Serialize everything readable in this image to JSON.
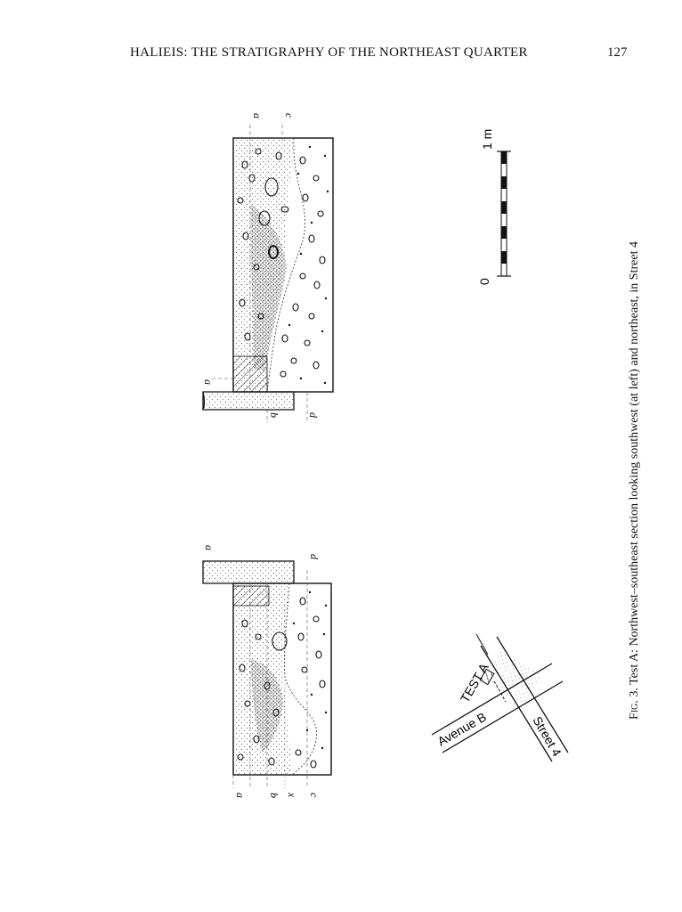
{
  "header": {
    "running_head": "HALIEIS: THE STRATIGRAPHY OF THE NORTHEAST QUARTER",
    "page_number": "127"
  },
  "section_right": {
    "labels": {
      "a_top": "a",
      "c_top": "c",
      "a_mid": "a",
      "b_bottom": "b",
      "d_bottom": "d"
    }
  },
  "section_left": {
    "labels": {
      "a_top": "a",
      "d_top": "d",
      "a_bottom": "a",
      "b_bottom": "b",
      "x_bottom": "x",
      "c_bottom": "c"
    }
  },
  "scale_bar": {
    "zero": "0",
    "one_m": "1 m"
  },
  "plan": {
    "test_label": "TEST A",
    "avenue_label": "Avenue B",
    "street_label": "Street 4"
  },
  "caption": {
    "fig_label": "Fig. 3.",
    "text": " Test A: Northwest–southeast section looking southwest (at left) and northeast, in Street 4"
  }
}
